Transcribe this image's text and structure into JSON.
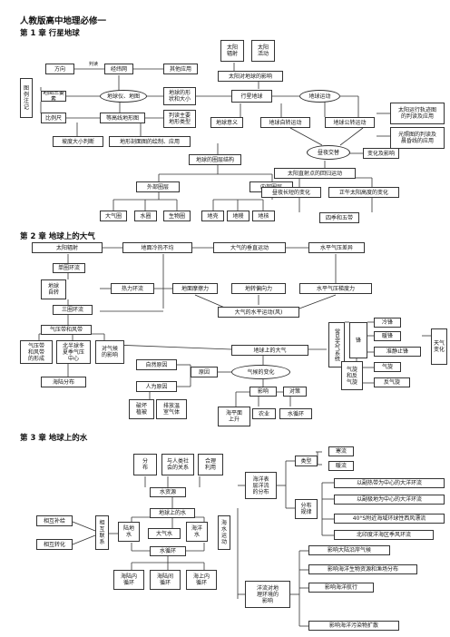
{
  "title": "人教版高中地理必修一",
  "ch1": {
    "heading": "第 1 章  行星地球",
    "n1": "太阳\n辐射",
    "n2": "太阳\n活动",
    "n3": "太阳对地球的影响",
    "n4": "方向",
    "n5": "判读",
    "n6": "经纬网",
    "n7": "其他应用",
    "n8": "图\n例\n注\n记",
    "n9": "地图三要素",
    "n10": "地球仪、地图",
    "n11": "地球的形\n状和大小",
    "n12": "行星地球",
    "n13": "地球运动",
    "n14": "比例尺",
    "n15": "等高线地形图",
    "n16": "判读主要\n地形类型",
    "n17": "地球意义",
    "n18": "地球自转运动",
    "n19": "地球公转运动",
    "n20": "太阳运行轨迹图\n的判读及应用",
    "n21": "光照图的判读及\n晨昏线的应用",
    "n22": "坡度大小判断",
    "n23": "地形剖面图的绘制、应用",
    "n24": "昼夜交替",
    "n25": "变化及影响",
    "n26": "地球的圈层结构",
    "n27": "太阳直射点的回归运动",
    "n28": "外部圈层",
    "n29": "内部圈层",
    "n30": "昼夜长短的变化",
    "n31": "正午太阳高度的变化",
    "n32": "大气圈",
    "n33": "水圈",
    "n34": "生物圈",
    "n35": "地壳",
    "n36": "地幔",
    "n37": "地核",
    "n38": "四季和五带"
  },
  "ch2": {
    "heading": "第 2 章  地球上的大气",
    "a1": "太阳辐射",
    "a2": "地面冷热不均",
    "a3": "大气的垂直运动",
    "a4": "水平气压差异",
    "a5": "单圈环流",
    "a6": "地球\n自转",
    "a7": "三圈环流",
    "a8": "热力环流",
    "a9": "地面摩擦力",
    "a10": "地转偏向力",
    "a11": "水平气压梯度力",
    "a12": "大气的水平运动(风)",
    "a13": "气压带和风带",
    "a14": "冷锋",
    "a15": "暖锋",
    "a16": "准静止锋",
    "a17": "锋",
    "a18": "常见天气系统",
    "a19": "天气\n变化",
    "a20": "地球上的大气",
    "a21": "气压带\n和风带\n的形成",
    "a22": "北半球冬\n夏季气压\n中心",
    "a23": "对气候\n的影响",
    "a24": "自然原因",
    "a25": "人为原因",
    "a26": "原因",
    "a27": "气候的变化",
    "a28": "气旋\n和反\n气旋",
    "a29": "气旋",
    "a30": "反气旋",
    "a31": "海陆分布",
    "a32": "影响",
    "a33": "对策",
    "a34": "破坏\n植被",
    "a35": "排放温\n室气体",
    "a36": "海平面\n上升",
    "a37": "农业",
    "a38": "水循环"
  },
  "ch3": {
    "heading": "第 3 章  地球上的水",
    "w1": "分\n布",
    "w2": "与人类社\n会的关系",
    "w3": "合理\n利用",
    "w4": "水资源",
    "w5": "地球上的水",
    "w6": "陆地\n水",
    "w7": "大气水",
    "w8": "海洋\n水",
    "w9": "相互补给",
    "w10": "相\n互\n联\n系",
    "w11": "相互转化",
    "w12": "水循环",
    "w13": "海陆内\n循环",
    "w14": "海陆间\n循环",
    "w15": "海上内\n循环",
    "w16": "海\n水\n运\n动",
    "w17": "海洋表\n层洋流\n的分布",
    "w18": "类型",
    "w19": "寒流",
    "w20": "暖流",
    "w21": "分布\n规律",
    "w22": "以副热带为中心的大洋环流",
    "w23": "以副极地为中心的大洋环流",
    "w24": "40°S附近海域环球性西风漂流",
    "w25": "北印度洋海区季风环流",
    "w26": "洋流对地\n理环境的\n影响",
    "w27": "影响大陆沿岸气候",
    "w28": "影响海洋生物资源和渔场分布",
    "w29": "影响海洋航行",
    "w30": "影响海洋污染物扩散"
  }
}
